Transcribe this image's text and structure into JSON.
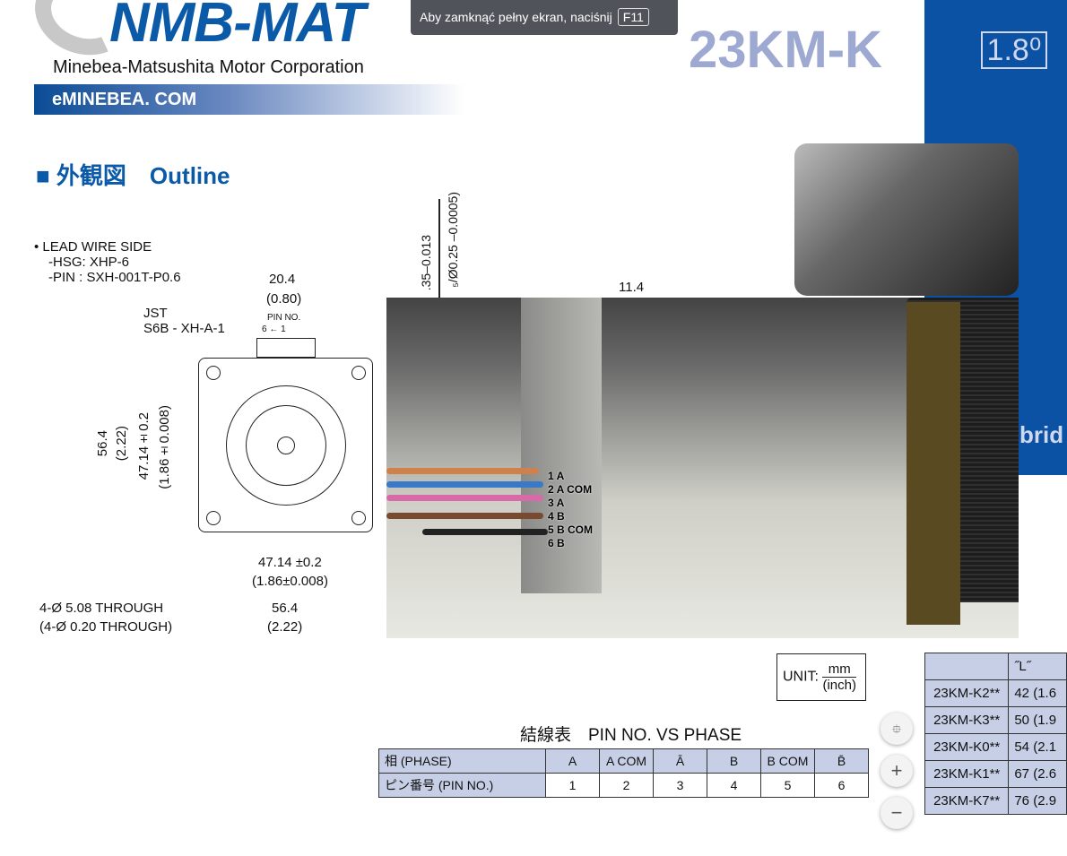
{
  "header": {
    "logo": "NMB-MAT",
    "corporation": "Minebea-Matsushita Motor Corporation",
    "site": "eMINEBEA. COM",
    "model": "23KM-K",
    "step_angle": "1.8⁰",
    "hybrid": "brid"
  },
  "fullscreen_toast": {
    "text": "Aby zamknąć pełny ekran, naciśnij",
    "key": "F11"
  },
  "section": {
    "title": "■ 外観図　Outline"
  },
  "drawing": {
    "lead_wire": [
      "• LEAD WIRE SIDE",
      "-HSG: XHP-6",
      "-PIN  : SXH-001T-P0.6"
    ],
    "connector": [
      "JST",
      "S6B - XH-A-1"
    ],
    "pin_no": "PIN  NO.",
    "pin_range": "6 ←   1",
    "width_top": "20.4",
    "width_top_in": "(0.80)",
    "height": "56.4",
    "height_in": "(2.22)",
    "hole_pitch_v": "47.14±0.2",
    "hole_pitch_v_in": "(1.86±0.008)",
    "hole_pitch_h": "47.14 ±0.2",
    "hole_pitch_h_in": "(1.86±0.008)",
    "holes": "4-Ø 5.08 THROUGH",
    "holes_in": "(4-Ø 0.20 THROUGH)",
    "width": "56.4",
    "width_in": "(2.22)",
    "shaft_a": ".35–0.013",
    "shaft_b": "₅/Ø0.25 –0.0005)",
    "dim_l": "11.4"
  },
  "photo": {
    "labels": [
      "1 A",
      "2 A COM",
      "3 A",
      "4 B",
      "5 B COM",
      "6 B"
    ]
  },
  "unit": {
    "label": "UNIT:",
    "mm": "mm",
    "inch": "(inch)"
  },
  "pin_table": {
    "title": "結線表　PIN NO. VS PHASE",
    "rows": [
      [
        "相 (PHASE)",
        "A",
        "A COM",
        "Ā",
        "B",
        "B COM",
        "B̄"
      ],
      [
        "ピン番号 (PIN NO.)",
        "1",
        "2",
        "3",
        "4",
        "5",
        "6"
      ]
    ]
  },
  "model_table": {
    "header": [
      "",
      "˝L˝"
    ],
    "rows": [
      [
        "23KM-K2**",
        "42 (1.6"
      ],
      [
        "23KM-K3**",
        "50 (1.9"
      ],
      [
        "23KM-K0**",
        "54 (2.1"
      ],
      [
        "23KM-K1**",
        "67 (2.6"
      ],
      [
        "23KM-K7**",
        "76 (2.9"
      ]
    ]
  },
  "zoom_controls": {
    "fit": "⯐",
    "zoom_in": "+",
    "zoom_out": "−"
  }
}
